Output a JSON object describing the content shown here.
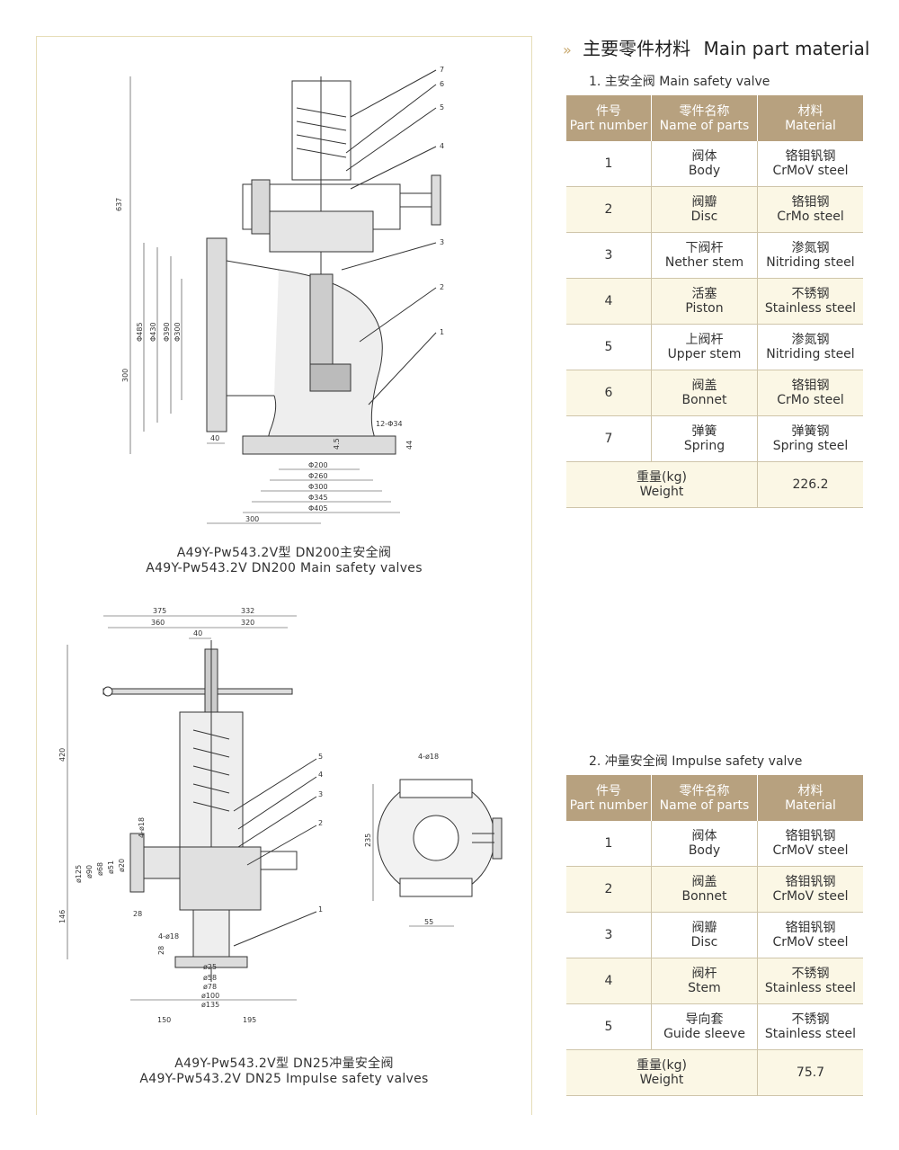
{
  "section": {
    "cn": "主要零件材料",
    "en": "Main part material"
  },
  "main_valve": {
    "subtitle": "1. 主安全阀  Main safety valve",
    "header": {
      "num_cn": "件号",
      "num_en": "Part number",
      "name_cn": "零件名称",
      "name_en": "Name of parts",
      "mat_cn": "材料",
      "mat_en": "Material"
    },
    "rows": [
      {
        "num": "1",
        "name_cn": "阀体",
        "name_en": "Body",
        "mat_cn": "铬钼钒钢",
        "mat_en": "CrMoV steel"
      },
      {
        "num": "2",
        "name_cn": "阀瓣",
        "name_en": "Disc",
        "mat_cn": "铬钼钢",
        "mat_en": "CrMo steel"
      },
      {
        "num": "3",
        "name_cn": "下阀杆",
        "name_en": "Nether stem",
        "mat_cn": "渗氮钢",
        "mat_en": "Nitriding steel"
      },
      {
        "num": "4",
        "name_cn": "活塞",
        "name_en": "Piston",
        "mat_cn": "不锈钢",
        "mat_en": "Stainless steel"
      },
      {
        "num": "5",
        "name_cn": "上阀杆",
        "name_en": "Upper stem",
        "mat_cn": "渗氮钢",
        "mat_en": "Nitriding steel"
      },
      {
        "num": "6",
        "name_cn": "阀盖",
        "name_en": "Bonnet",
        "mat_cn": "铬钼钢",
        "mat_en": "CrMo steel"
      },
      {
        "num": "7",
        "name_cn": "弹簧",
        "name_en": "Spring",
        "mat_cn": "弹簧钢",
        "mat_en": "Spring steel"
      }
    ],
    "weight": {
      "label_cn": "重量(kg)",
      "label_en": "Weight",
      "value": "226.2"
    }
  },
  "impulse_valve": {
    "subtitle": "2. 冲量安全阀  Impulse safety valve",
    "header": {
      "num_cn": "件号",
      "num_en": "Part number",
      "name_cn": "零件名称",
      "name_en": "Name of parts",
      "mat_cn": "材料",
      "mat_en": "Material"
    },
    "rows": [
      {
        "num": "1",
        "name_cn": "阀体",
        "name_en": "Body",
        "mat_cn": "铬钼钒钢",
        "mat_en": "CrMoV steel"
      },
      {
        "num": "2",
        "name_cn": "阀盖",
        "name_en": "Bonnet",
        "mat_cn": "铬钼钒钢",
        "mat_en": "CrMoV steel"
      },
      {
        "num": "3",
        "name_cn": "阀瓣",
        "name_en": "Disc",
        "mat_cn": "铬钼钒钢",
        "mat_en": "CrMoV steel"
      },
      {
        "num": "4",
        "name_cn": "阀杆",
        "name_en": "Stem",
        "mat_cn": "不锈钢",
        "mat_en": "Stainless steel"
      },
      {
        "num": "5",
        "name_cn": "导向套",
        "name_en": "Guide sleeve",
        "mat_cn": "不锈钢",
        "mat_en": "Stainless steel"
      }
    ],
    "weight": {
      "label_cn": "重量(kg)",
      "label_en": "Weight",
      "value": "75.7"
    }
  },
  "drawing1": {
    "caption_cn": "A49Y-Pw543.2V型  DN200主安全阀",
    "caption_en": "A49Y-Pw543.2V  DN200 Main safety valves",
    "dims": {
      "h637": "637",
      "h300": "300",
      "d485": "Φ485",
      "d430": "Φ430",
      "d390": "Φ390",
      "d300v": "Φ300",
      "w40": "40",
      "d200": "Φ200",
      "d260": "Φ260",
      "d300": "Φ300",
      "d345": "Φ345",
      "d405": "Φ405",
      "w300": "300",
      "h45": "4.5",
      "h44": "44",
      "bolt": "12-Φ34",
      "p7": "7",
      "p6": "6",
      "p5": "5",
      "p4": "4",
      "p3": "3",
      "p2": "2",
      "p1": "1"
    }
  },
  "drawing2": {
    "caption_cn": "A49Y-Pw543.2V型  DN25冲量安全阀",
    "caption_en": "A49Y-Pw543.2V  DN25 Impulse safety valves",
    "dims": {
      "w375": "375",
      "w332": "332",
      "w360": "360",
      "w320": "320",
      "w40": "40",
      "h420": "420",
      "h146": "146",
      "d125": "ø125",
      "d90": "ø90",
      "d68": "ø68",
      "d51": "ø51",
      "d20": "ø20",
      "b18a": "4-ø18",
      "b18b": "4-ø18",
      "w28a": "28",
      "w28b": "28",
      "d25": "ø25",
      "d58": "ø58",
      "d78": "ø78",
      "d100": "ø100",
      "d135": "ø135",
      "w150": "150",
      "w195": "195",
      "top_bolt": "4-ø18",
      "h235": "235",
      "w55": "55",
      "p5": "5",
      "p4": "4",
      "p3": "3",
      "p2": "2",
      "p1": "1"
    }
  }
}
